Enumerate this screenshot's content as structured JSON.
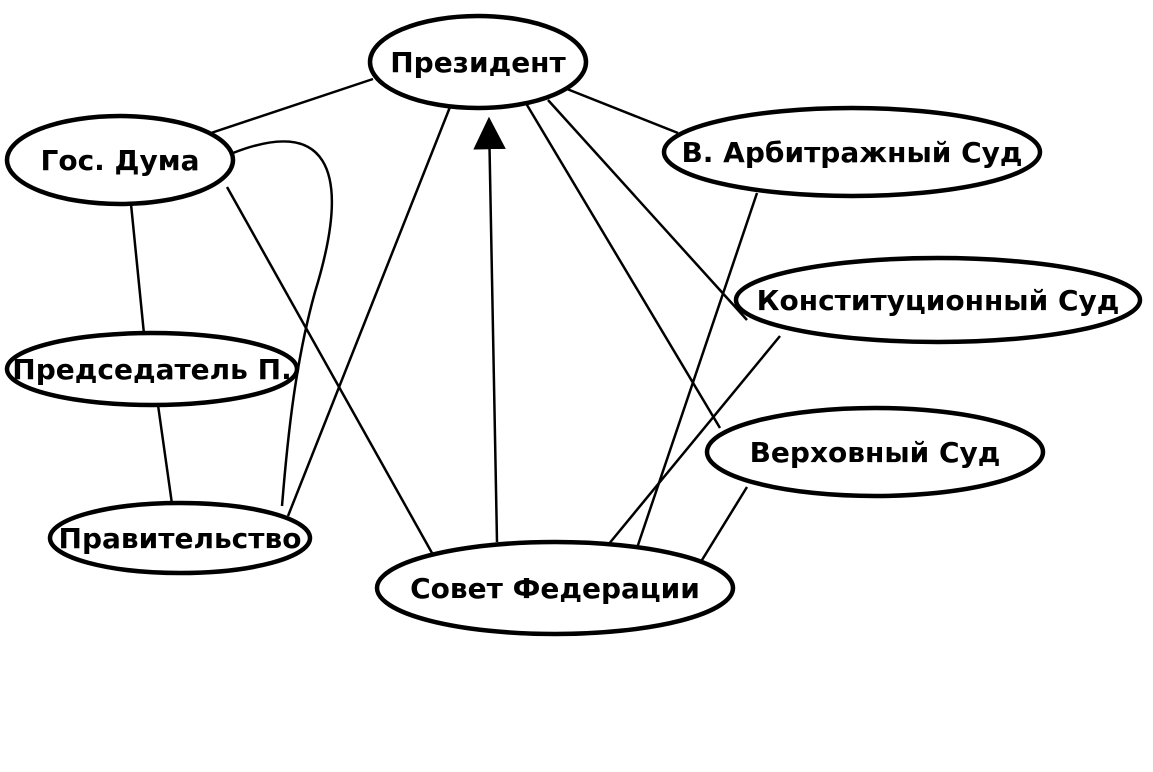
{
  "diagram": {
    "type": "graph",
    "description": "Scheme of Russian state bodies and their relations",
    "nodes": [
      {
        "id": "president",
        "label": "Президент"
      },
      {
        "id": "gosduma",
        "label": "Гос. Дума"
      },
      {
        "id": "arbitr",
        "label": "В. Арбитражный Суд"
      },
      {
        "id": "konst",
        "label": "Конституционный Суд"
      },
      {
        "id": "verkh",
        "label": "Верховный Суд"
      },
      {
        "id": "predsedatel",
        "label": "Председатель П."
      },
      {
        "id": "pravitelstvo",
        "label": "Правительство"
      },
      {
        "id": "sovet",
        "label": "Совет Федерации"
      }
    ],
    "edges": [
      {
        "from": "gosduma",
        "to": "president",
        "style": "line",
        "arrow": false
      },
      {
        "from": "president",
        "to": "arbitr",
        "style": "line",
        "arrow": false
      },
      {
        "from": "president",
        "to": "konst",
        "style": "line",
        "arrow": false
      },
      {
        "from": "president",
        "to": "verkh",
        "style": "line",
        "arrow": false
      },
      {
        "from": "president",
        "to": "pravitelstvo",
        "style": "line",
        "arrow": false
      },
      {
        "from": "sovet",
        "to": "president",
        "style": "line",
        "arrow": true
      },
      {
        "from": "sovet",
        "to": "arbitr",
        "style": "line",
        "arrow": false
      },
      {
        "from": "sovet",
        "to": "konst",
        "style": "line",
        "arrow": false
      },
      {
        "from": "sovet",
        "to": "verkh",
        "style": "line",
        "arrow": false
      },
      {
        "from": "gosduma",
        "to": "predsedatel",
        "style": "line",
        "arrow": false
      },
      {
        "from": "predsedatel",
        "to": "pravitelstvo",
        "style": "line",
        "arrow": false
      },
      {
        "from": "gosduma",
        "to": "sovet",
        "style": "line",
        "arrow": false
      },
      {
        "from": "gosduma",
        "to": "pravitelstvo",
        "style": "curve",
        "arrow": false
      }
    ]
  },
  "colors": {
    "stroke": "#000000",
    "background": "#ffffff",
    "text": "#000000"
  }
}
